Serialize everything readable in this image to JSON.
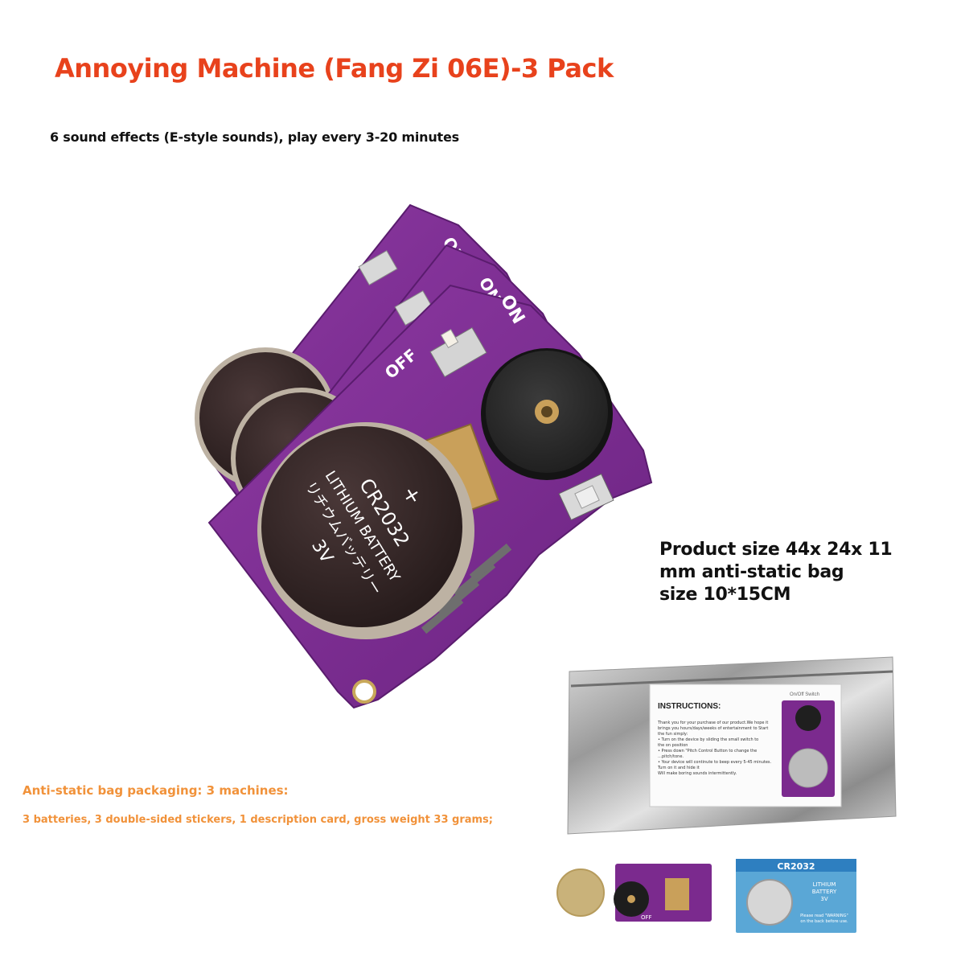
{
  "header": {
    "title": "Annoying Machine (Fang Zi 06E)-3 Pack",
    "subtitle": "6 sound effects (E-style sounds), play every 3-20 minutes"
  },
  "product_size": {
    "line1": "Product size 44x 24x 11",
    "line2": "mm anti-static bag",
    "line3": "size 10*15CM"
  },
  "packaging": {
    "line1": "Anti-static bag packaging: 3 machines:",
    "line2": "3 batteries, 3 double-sided stickers, 1 description card, gross weight 33 grams;"
  },
  "board": {
    "switch_on": "ON",
    "switch_off": "OFF",
    "battery_model": "CR2032",
    "battery_type": "LITHIUM BATTERY",
    "battery_jp": "リチウムバッテリー",
    "battery_voltage": "3V",
    "plus_sign": "+"
  },
  "instruction_card": {
    "heading": "INSTRUCTIONS:",
    "callout": "On/Off Switch",
    "lines": [
      "Thank you for your purchase of our product.We hope it",
      "brings you hours/days/weeks of entertainment to Start",
      "the fun simply:",
      "• Turn on the device by sliding the small  switch to",
      "the on position",
      "• Press down  \"Pitch Control Button to change the",
      "…pitch/tone.",
      "• Your device will continute to beep every 5-45 minutes.",
      "Turn on it and hide it",
      "Will make boring sounds intermittently."
    ]
  },
  "battery_pack": {
    "label": "CR2032",
    "coin_line1": "LITHIUM",
    "coin_line2": "BATTERY",
    "coin_line3": "3V",
    "note_line1": "Please read \"WARNING\"",
    "note_line2": "on the back before use."
  },
  "colors": {
    "title": "#e8421c",
    "accent_orange": "#f1923a",
    "pcb_purple": "#7b2a8e"
  }
}
